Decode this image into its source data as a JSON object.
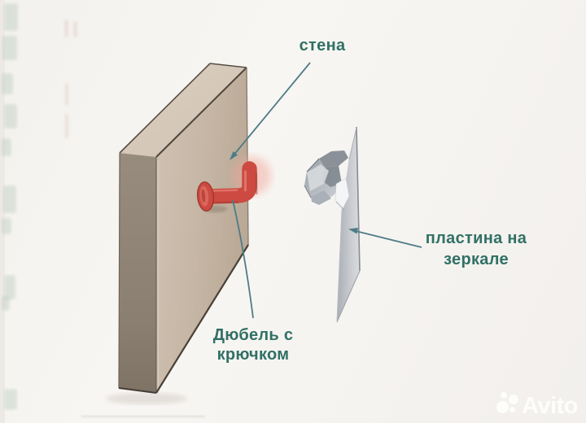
{
  "image": {
    "type": "instructional-diagram",
    "subject": "Крепление зеркала: дюбель с крючком в стене и пластина на зеркале"
  },
  "labels": {
    "wall": "стена",
    "dowel": {
      "line1": "Дюбель с",
      "line2": "крючком"
    },
    "plate": {
      "line1": "пластина на",
      "line2": "зеркале"
    }
  },
  "watermark": {
    "brand": "Avito",
    "logo_icon": "avito-dots-icon"
  },
  "colors": {
    "background": "#f6f4f1",
    "label_green": "#317065",
    "pointer_line": "#4d7c88",
    "wall_front": "#c9baaa",
    "wall_top": "#d5c8b9",
    "wall_side": "#8d8274",
    "hook_red": "#cc4a41",
    "hook_red_dark": "#a23a31",
    "hook_highlight": "#e98177",
    "plate_gray": "#c6cacf",
    "watermark_white": "#ffffff"
  }
}
